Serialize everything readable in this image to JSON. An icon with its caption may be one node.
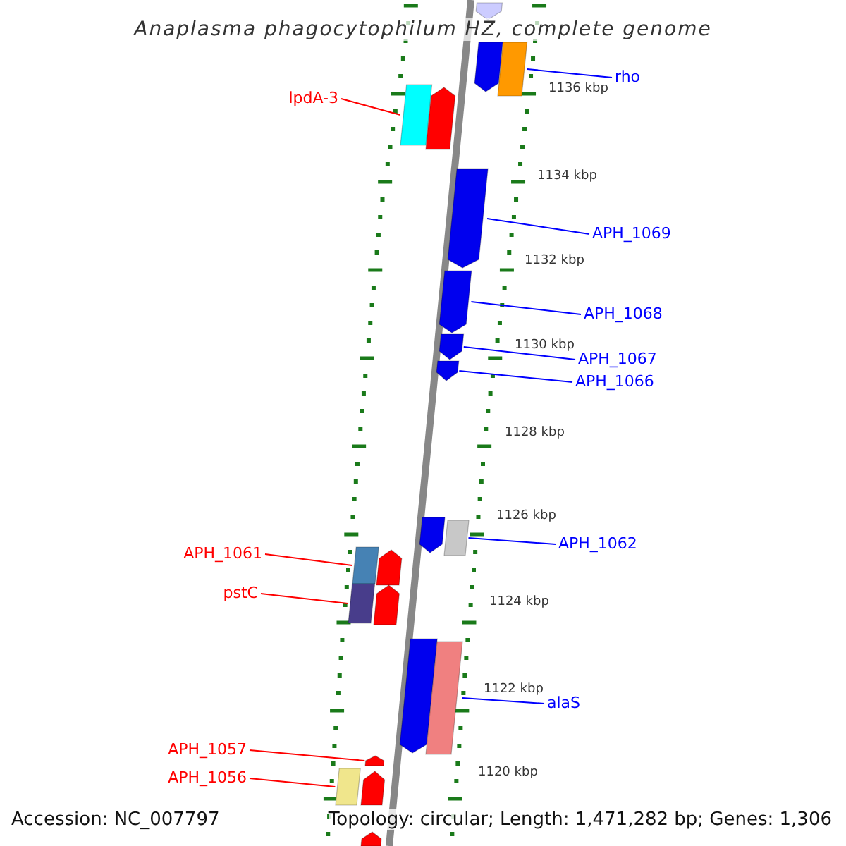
{
  "diagram": {
    "title": "Anaplasma phagocytophilum HZ, complete genome",
    "nodes": [
      {
        "text": [],
        "shape": "pentagon"
      },
      {
        "text": [
          "rho"
        ]
      },
      {
        "text": [],
        "shape": "pentagon"
      },
      {
        "text": [],
        "shape": "box"
      },
      {
        "text": [
          "lpdA-3"
        ]
      },
      {
        "text": [],
        "shape": "box"
      },
      {
        "text": [],
        "shape": "pentagon"
      },
      {
        "text": [],
        "shape": "pentagon"
      },
      {
        "text": [
          "APH_1069"
        ]
      },
      {
        "text": [],
        "shape": "pentagon"
      },
      {
        "text": [
          "APH_1068"
        ]
      },
      {
        "text": [],
        "shape": "pentagon"
      },
      {
        "text": [
          "APH_1067"
        ]
      },
      {
        "text": [],
        "shape": "pentagon"
      },
      {
        "text": [
          "APH_1066"
        ]
      },
      {
        "text": [],
        "shape": "pentagon"
      },
      {
        "text": [],
        "shape": "box"
      },
      {
        "text": [
          "APH_1062"
        ]
      },
      {
        "text": [
          "APH_1061"
        ]
      },
      {
        "text": [],
        "shape": "box"
      },
      {
        "text": [],
        "shape": "pentagon"
      },
      {
        "text": [
          "pstC"
        ]
      },
      {
        "text": [],
        "shape": "box"
      },
      {
        "text": [],
        "shape": "pentagon"
      },
      {
        "text": [],
        "shape": "pentagon"
      },
      {
        "text": [],
        "shape": "box"
      },
      {
        "text": [
          "alaS"
        ]
      },
      {
        "text": [
          "APH_1057"
        ]
      },
      {
        "text": [],
        "shape": "pentagon"
      },
      {
        "text": [
          "APH_1056"
        ]
      },
      {
        "text": [],
        "shape": "box"
      },
      {
        "text": [],
        "shape": "pentagon"
      },
      {
        "text": [],
        "shape": "pentagon"
      }
    ],
    "edges": [
      {
        "from": 1,
        "to": 3,
        "arrow": "none"
      },
      {
        "from": 4,
        "to": 5,
        "arrow": "none",
        "color": "#ff0000"
      },
      {
        "from": 8,
        "to": 7,
        "arrow": "none"
      },
      {
        "from": 10,
        "to": 9,
        "arrow": "none"
      },
      {
        "from": 12,
        "to": 11,
        "arrow": "none"
      },
      {
        "from": 14,
        "to": 13,
        "arrow": "none"
      },
      {
        "from": 17,
        "to": 16,
        "arrow": "none"
      },
      {
        "from": 18,
        "to": 19,
        "arrow": "none",
        "color": "#ff0000"
      },
      {
        "from": 21,
        "to": 22,
        "arrow": "none",
        "color": "#ff0000"
      },
      {
        "from": 26,
        "to": 25,
        "arrow": "none"
      },
      {
        "from": 27,
        "to": 28,
        "arrow": "none",
        "color": "#ff0000"
      },
      {
        "from": 29,
        "to": 30,
        "arrow": "none",
        "color": "#ff0000"
      }
    ],
    "labels": [
      "1136 kbp",
      "1134 kbp",
      "1132 kbp",
      "1130 kbp",
      "1128 kbp",
      "1126 kbp",
      "1124 kbp",
      "1122 kbp",
      "1120 kbp",
      "Accession: NC_007797",
      "Topology: circular; Length: 1,471,282 bp; Genes: 1,306"
    ]
  }
}
